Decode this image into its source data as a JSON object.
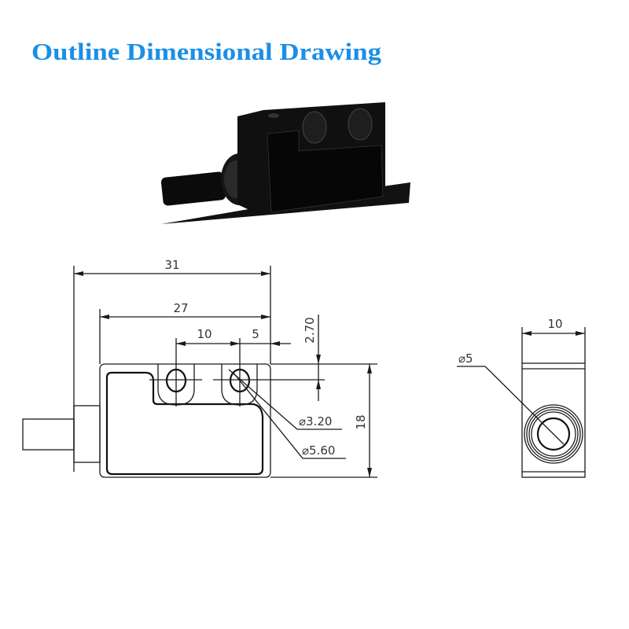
{
  "title": "Outline Dimensional Drawing",
  "colors": {
    "title": "#1b8fe6",
    "lines": "#1a1a1a",
    "product": "#0d0d0d"
  },
  "front_view": {
    "dim_overall_length": "31",
    "dim_body_length": "27",
    "dim_hole_spacing": "10",
    "dim_hole_to_edge": "5",
    "dim_hole_offset": "2.70",
    "dim_height": "18",
    "dim_hole_diameter": "⌀3.20",
    "dim_counterbore_diameter": "⌀5.60"
  },
  "side_view": {
    "dim_width": "10",
    "dim_cable_diameter": "⌀5"
  }
}
